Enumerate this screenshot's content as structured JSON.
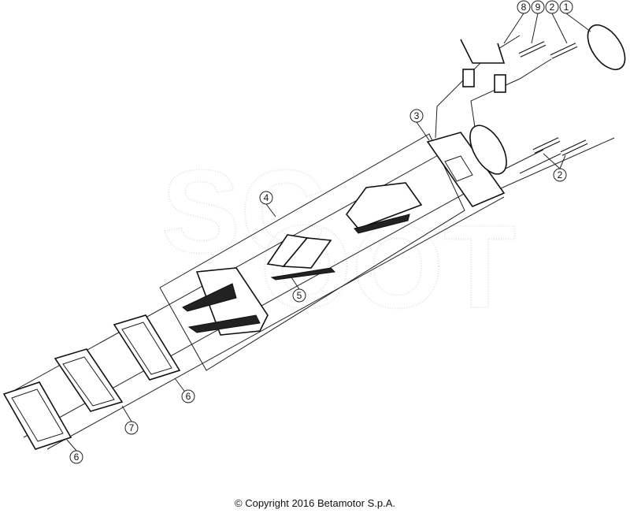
{
  "diagram": {
    "type": "exploded parts diagram",
    "callouts": [
      "1",
      "2",
      "2",
      "3",
      "4",
      "5",
      "6",
      "6",
      "7",
      "8",
      "9"
    ],
    "watermark": "SCOOT"
  },
  "footer": {
    "copyright": "© Copyright 2016 Betamotor S.p.A."
  }
}
